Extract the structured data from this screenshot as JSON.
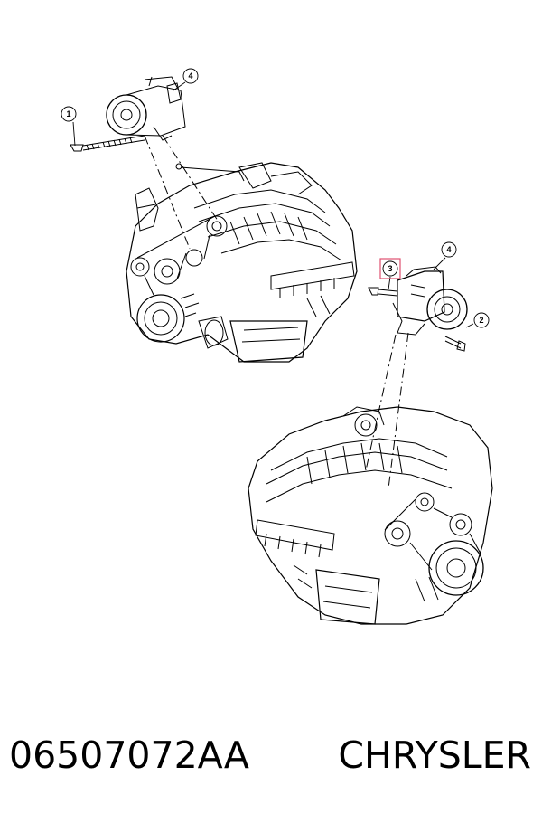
{
  "diagram": {
    "callouts": [
      {
        "id": "c1",
        "label": "1",
        "highlighted": false
      },
      {
        "id": "c4a",
        "label": "4",
        "highlighted": false
      },
      {
        "id": "c3",
        "label": "3",
        "highlighted": true
      },
      {
        "id": "c4b",
        "label": "4",
        "highlighted": false
      },
      {
        "id": "c2",
        "label": "2",
        "highlighted": false
      }
    ],
    "highlight_color": "#e05070",
    "line_color": "#000000"
  },
  "caption": {
    "part_number": "06507072AA",
    "brand": "CHRYSLER"
  }
}
